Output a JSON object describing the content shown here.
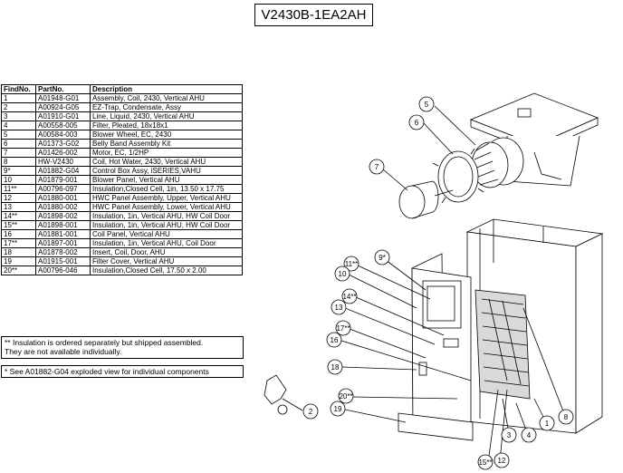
{
  "title": "V2430B-1EA2AH",
  "table": {
    "headers": [
      "FindNo.",
      "PartNo.",
      "Description"
    ],
    "rows": [
      [
        "1",
        "A01948-G01",
        "Assembly, Coil, 2430, Vertical AHU"
      ],
      [
        "2",
        "A00924-G05",
        "EZ-Trap, Condensate, Assy"
      ],
      [
        "3",
        "A01910-G01",
        "Line, Liquid, 2430, Vertical AHU"
      ],
      [
        "4",
        "A00558-005",
        "Filter, Pleated, 18x18x1"
      ],
      [
        "5",
        "A00584-003",
        "Blower Wheel, EC, 2430"
      ],
      [
        "6",
        "A01373-G02",
        "Belly Band Assembly Kit"
      ],
      [
        "7",
        "A01426-002",
        "Motor, EC, 1/2HP"
      ],
      [
        "8",
        "HW-V2430",
        "Coil, Hot Water, 2430, Vertical AHU"
      ],
      [
        "9*",
        "A01882-G04",
        "Control Box Assy, iSERIES,VAHU"
      ],
      [
        "10",
        "A01879-001",
        "Blower Panel, Vertical AHU"
      ],
      [
        "11**",
        "A00796-097",
        "Insulation,Closed Cell, 1in, 13.50 x 17.75"
      ],
      [
        "12",
        "A01880-001",
        "HWC Panel Assembly, Upper, Vertical AHU"
      ],
      [
        "13",
        "A01880-002",
        "HWC Panel Assembly, Lower, Vertical AHU"
      ],
      [
        "14**",
        "A01898-002",
        "Insulation, 1in, Vertical AHU, HW Coil Door"
      ],
      [
        "15**",
        "A01898-001",
        "Insulation, 1in, Vertical AHU, HW Coil Door"
      ],
      [
        "16",
        "A01881-001",
        "Coil Panel, Vertical AHU"
      ],
      [
        "17**",
        "A01897-001",
        "Insulation, 1in, Vertical AHU, Coil Door"
      ],
      [
        "18",
        "A01878-002",
        "Insert, Coil, Door, AHU"
      ],
      [
        "19",
        "A01915-001",
        "Filter Cover, Vertical AHU"
      ],
      [
        "20**",
        "A00796-046",
        "Insulation,Closed Cell, 17.50 x 2.00"
      ]
    ]
  },
  "notes": {
    "insulation_line1": "** Insulation is ordered separately but shipped assembled.",
    "insulation_line2": "They are not available individually.",
    "control_box": "* See A01882-G04 exploded view for individual components"
  },
  "callouts": [
    {
      "label": "5"
    },
    {
      "label": "6"
    },
    {
      "label": "7"
    },
    {
      "label": "9*"
    },
    {
      "label": "11**"
    },
    {
      "label": "10"
    },
    {
      "label": "14**"
    },
    {
      "label": "13"
    },
    {
      "label": "17**"
    },
    {
      "label": "16"
    },
    {
      "label": "18"
    },
    {
      "label": "20**"
    },
    {
      "label": "19"
    },
    {
      "label": "2"
    },
    {
      "label": "15**"
    },
    {
      "label": "12"
    },
    {
      "label": "3"
    },
    {
      "label": "4"
    },
    {
      "label": "1"
    },
    {
      "label": "8"
    }
  ],
  "colors": {
    "line": "#000000",
    "background": "#ffffff",
    "shade": "#d9d9d9"
  }
}
